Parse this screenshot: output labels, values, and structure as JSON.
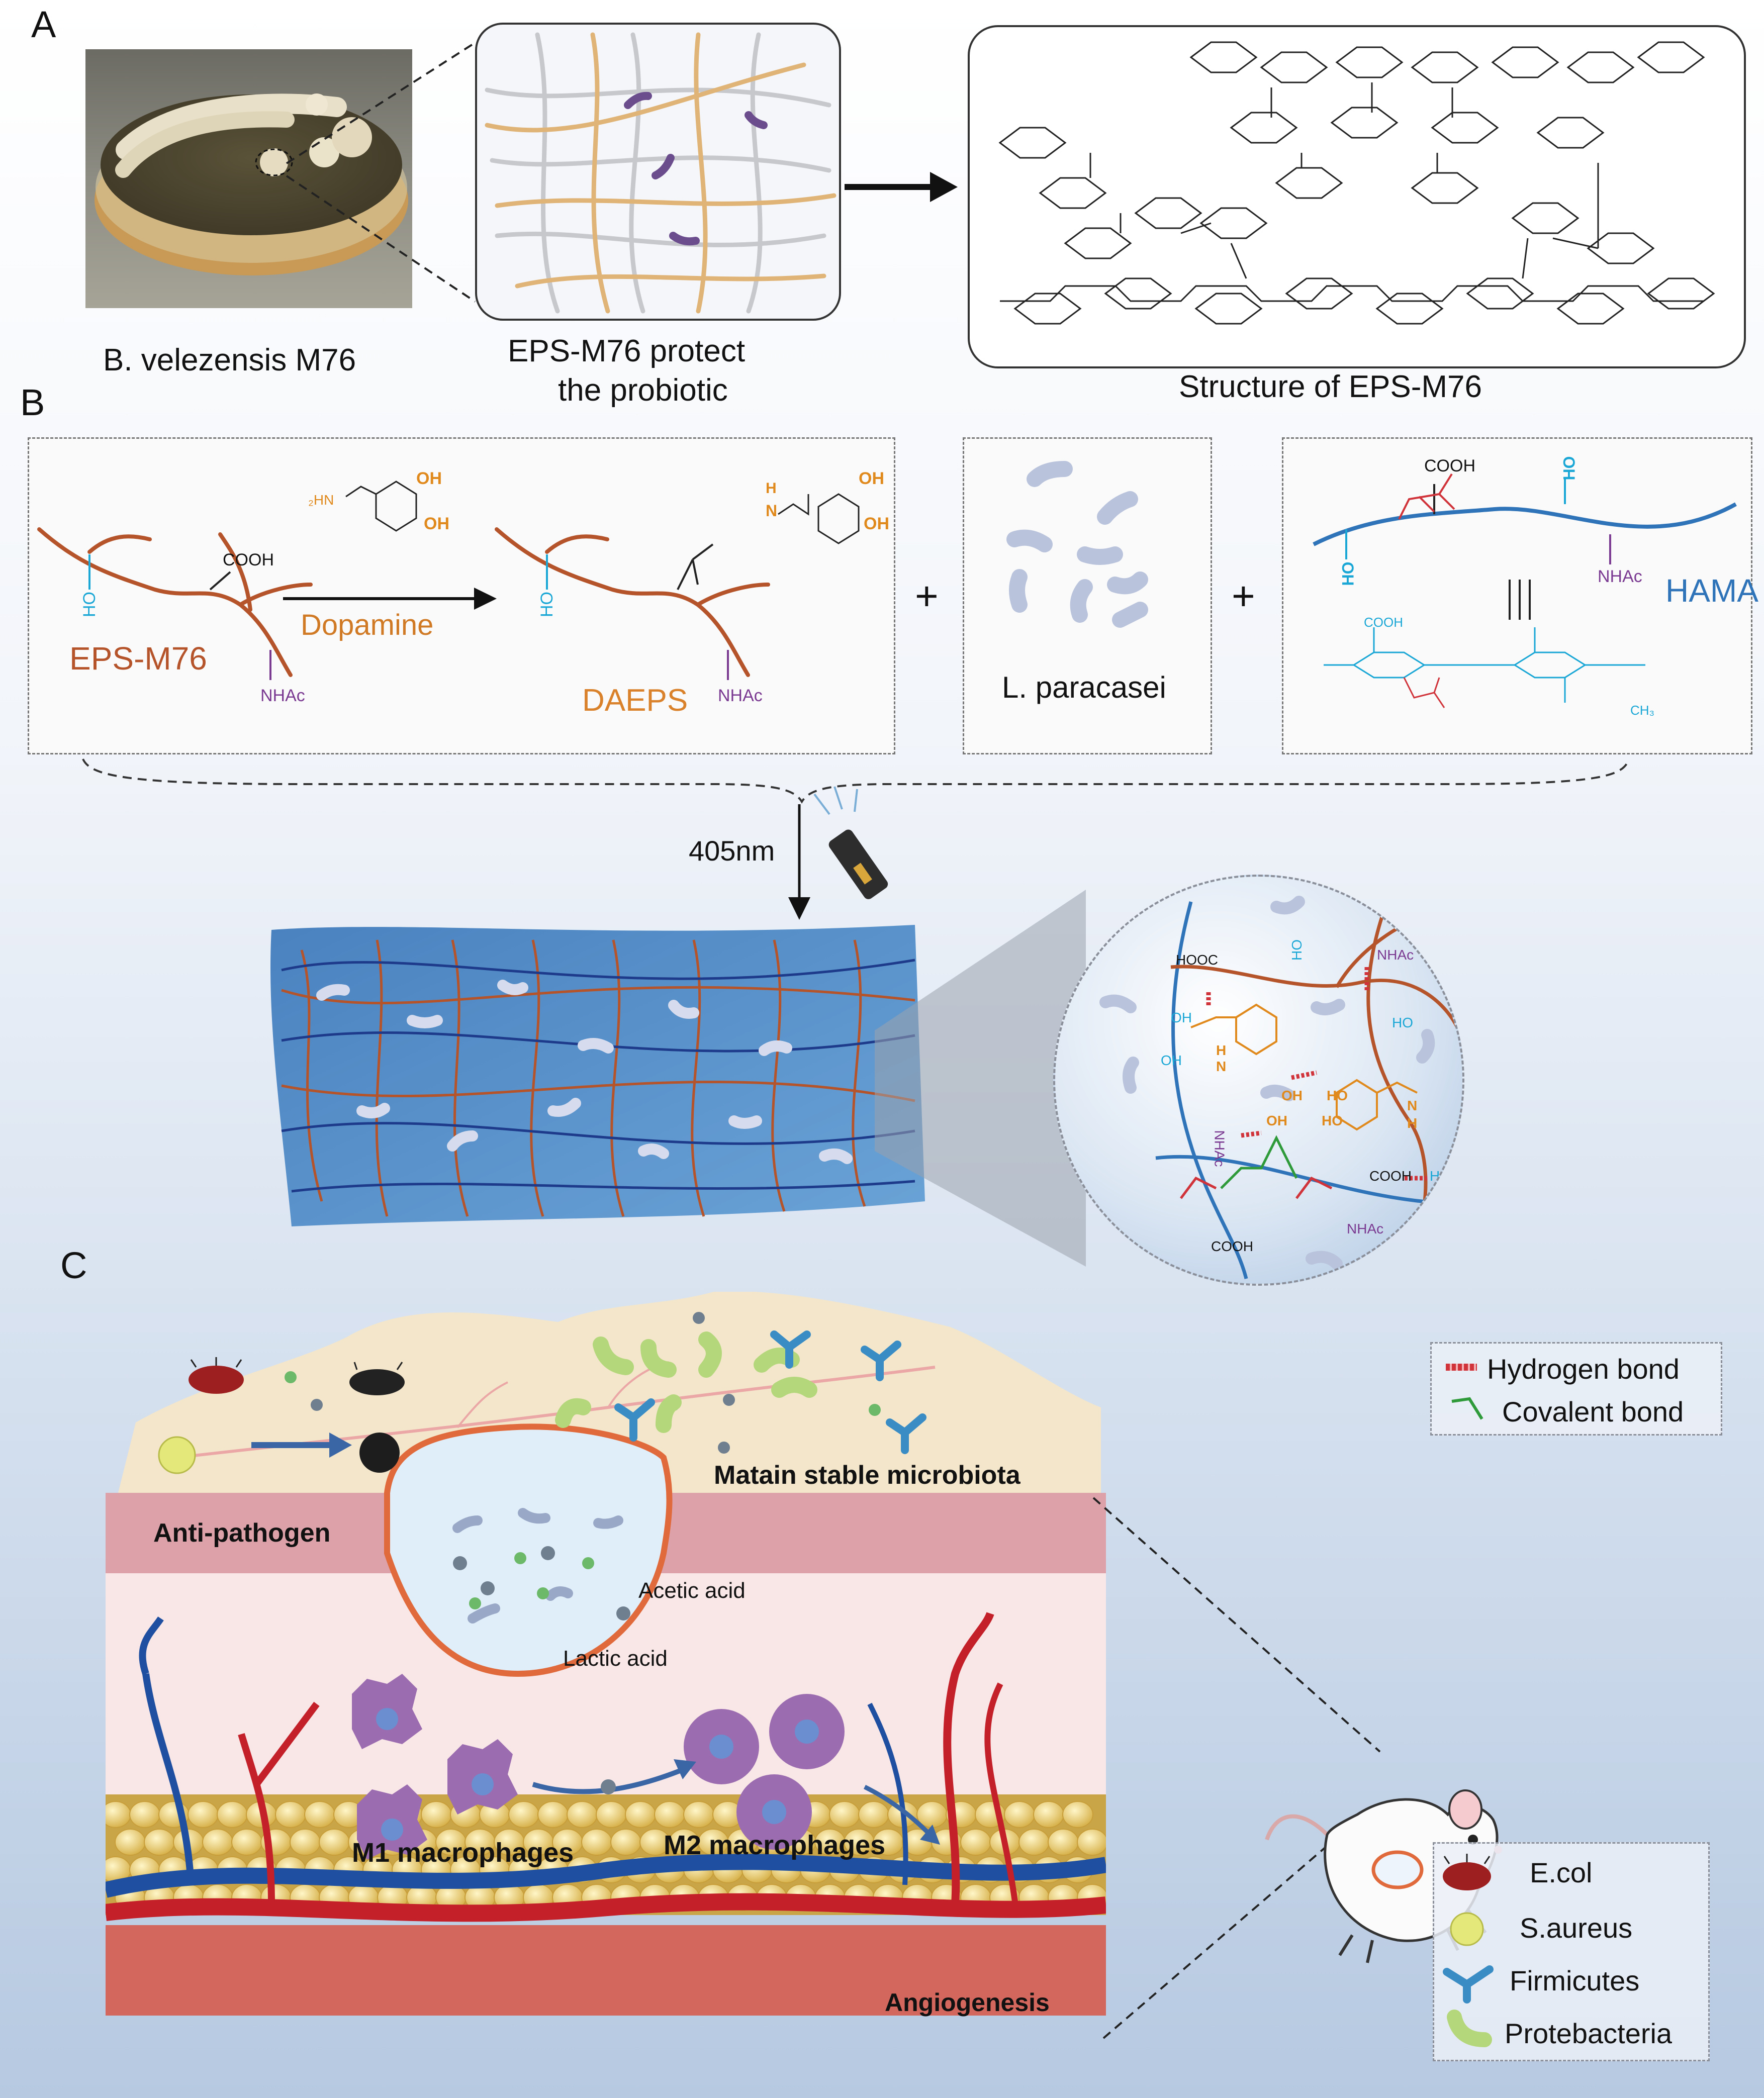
{
  "panels": {
    "a": "A",
    "b": "B",
    "c": "C"
  },
  "panel_a": {
    "strain_label": "B. velezensis M76",
    "protect_label_1": "EPS-M76 protect",
    "protect_label_2": "the probiotic",
    "structure_label": "Structure of EPS-M76"
  },
  "panel_b": {
    "eps": "EPS-M76",
    "cooh": "COOH",
    "ho": "HO",
    "oh": "OH",
    "nhac": "NHAc",
    "nh2": "₂HN",
    "dopamine": "Dopamine",
    "daeps": "DAEPS",
    "plus": "+",
    "l_paracasei": "L. paracasei",
    "hama": "HAMA",
    "wavelength": "405nm",
    "hooc": "HOOC",
    "h": "H",
    "n": "N",
    "ch3": "CH₃"
  },
  "panel_c": {
    "anti_pathogen": "Anti-pathogen",
    "microbiota": "Matain stable microbiota",
    "acetic": "Acetic acid",
    "lactic": "Lactic acid",
    "m1": "M1 macrophages",
    "m2": "M2 macrophages",
    "angiogenesis": "Angiogenesis"
  },
  "legend_bonds": {
    "hydrogen": "Hydrogen bond",
    "covalent": "Covalent bond"
  },
  "legend_microbes": {
    "ecoli": "E.col",
    "saureus": "S.aureus",
    "firmicutes": "Firmicutes",
    "protebacteria": "Protebacteria"
  },
  "colors": {
    "eps_brown": "#b5542a",
    "dopamine_orange": "#e08a1e",
    "hama_blue": "#2f74b8",
    "ho_cyan": "#1aa7d6",
    "nhac_purple": "#7b3a91",
    "hbond_red": "#d0343a",
    "covalent_green": "#2e9a3a",
    "bacteria": "#b9c3dc"
  }
}
